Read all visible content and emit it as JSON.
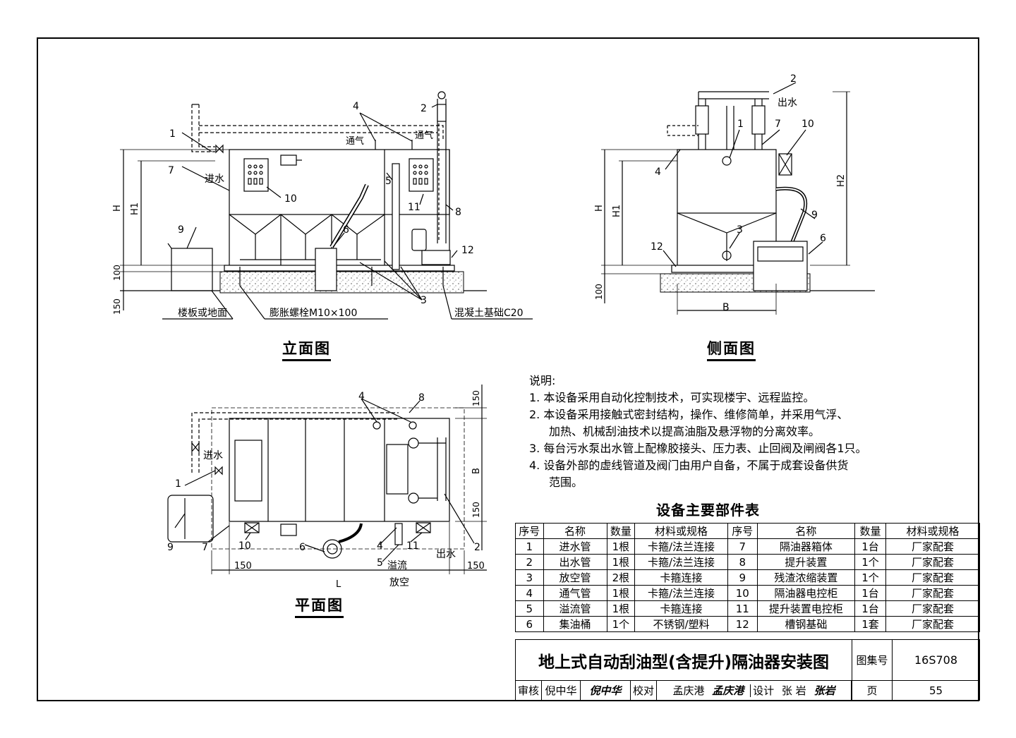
{
  "views": {
    "elevation": "立面图",
    "side": "侧面图",
    "plan": "平面图"
  },
  "labels": {
    "inlet": "进水",
    "outlet": "出水",
    "vent": "通气",
    "overflow": "溢流",
    "drain": "放空",
    "floor": "楼板或地面",
    "bolt": "膨胀螺栓M10×100",
    "concrete": "混凝土基础C20",
    "dim_H": "H",
    "dim_H1": "H1",
    "dim_H2": "H2",
    "dim_B": "B",
    "dim_L": "L",
    "dim_100": "100",
    "dim_150": "150",
    "n1": "1",
    "n2": "2",
    "n3": "3",
    "n4": "4",
    "n5": "5",
    "n6": "6",
    "n7": "7",
    "n8": "8",
    "n9": "9",
    "n10": "10",
    "n11": "11",
    "n12": "12"
  },
  "notes": {
    "heading": "说明:",
    "items": [
      "1. 本设备采用自动化控制技术，可实现楼宇、远程监控。",
      "2. 本设备采用接触式密封结构，操作、维修简单，并采用气浮、",
      "加热、机械刮油技术以提高油脂及悬浮物的分离效率。",
      "3. 每台污水泵出水管上配橡胶接头、压力表、止回阀及闸阀各1只。",
      "4. 设备外部的虚线管道及阀门由用户自备，不属于成套设备供货",
      "范围。"
    ]
  },
  "parts_table": {
    "title": "设备主要部件表",
    "headers": [
      "序号",
      "名称",
      "数量",
      "材料或规格",
      "序号",
      "名称",
      "数量",
      "材料或规格"
    ],
    "rows": [
      [
        "1",
        "进水管",
        "1根",
        "卡箍/法兰连接",
        "7",
        "隔油器箱体",
        "1台",
        "厂家配套"
      ],
      [
        "2",
        "出水管",
        "1根",
        "卡箍/法兰连接",
        "8",
        "提升装置",
        "1个",
        "厂家配套"
      ],
      [
        "3",
        "放空管",
        "2根",
        "卡箍连接",
        "9",
        "残渣浓缩装置",
        "1个",
        "厂家配套"
      ],
      [
        "4",
        "通气管",
        "1根",
        "卡箍/法兰连接",
        "10",
        "隔油器电控柜",
        "1台",
        "厂家配套"
      ],
      [
        "5",
        "溢流管",
        "1根",
        "卡箍连接",
        "11",
        "提升装置电控柜",
        "1台",
        "厂家配套"
      ],
      [
        "6",
        "集油桶",
        "1个",
        "不锈钢/塑料",
        "12",
        "槽钢基础",
        "1套",
        "厂家配套"
      ]
    ]
  },
  "title_block": {
    "title": "地上式自动刮油型(含提升)隔油器安装图",
    "atlas_label": "图集号",
    "atlas_no": "16S708",
    "review_label": "审核",
    "review_name": "倪中华",
    "review_sig": "倪中华",
    "check_label": "校对",
    "check_name": "孟庆港",
    "check_sig": "孟庆港",
    "design_label": "设计",
    "design_name": "张 岩",
    "design_sig": "张岩",
    "page_label": "页",
    "page_no": "55"
  }
}
